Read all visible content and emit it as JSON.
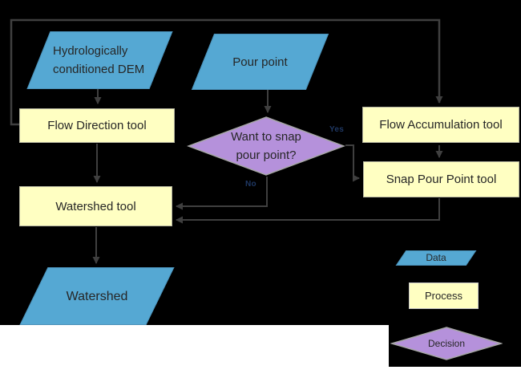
{
  "nodes": {
    "dem": {
      "label": "Hydrologically conditioned DEM",
      "type": "data"
    },
    "pour_point": {
      "label": "Pour point",
      "type": "data"
    },
    "flow_direction": {
      "label": "Flow Direction tool",
      "type": "process"
    },
    "flow_accumulation": {
      "label": "Flow Accumulation tool",
      "type": "process"
    },
    "snap_pour_point": {
      "label": "Snap Pour Point tool",
      "type": "process"
    },
    "decision": {
      "label": "Want to snap pour point?",
      "type": "decision"
    },
    "watershed_tool": {
      "label": "Watershed tool",
      "type": "process"
    },
    "watershed": {
      "label": "Watershed",
      "type": "data"
    }
  },
  "edge_labels": {
    "yes": "Yes",
    "no": "No"
  },
  "legend": {
    "data_label": "Data",
    "process_label": "Process",
    "decision_label": "Decision"
  },
  "colors": {
    "data_fill": "#55a8d3",
    "process_fill": "#ffffc2",
    "decision_fill": "#b591db",
    "decision_border": "#a6a6a6",
    "connector": "#3f3f3f",
    "canvas_background": "#000000",
    "page_background": "#ffffff",
    "shape_text": "#262626",
    "branch_label_text": "#1f3864"
  }
}
